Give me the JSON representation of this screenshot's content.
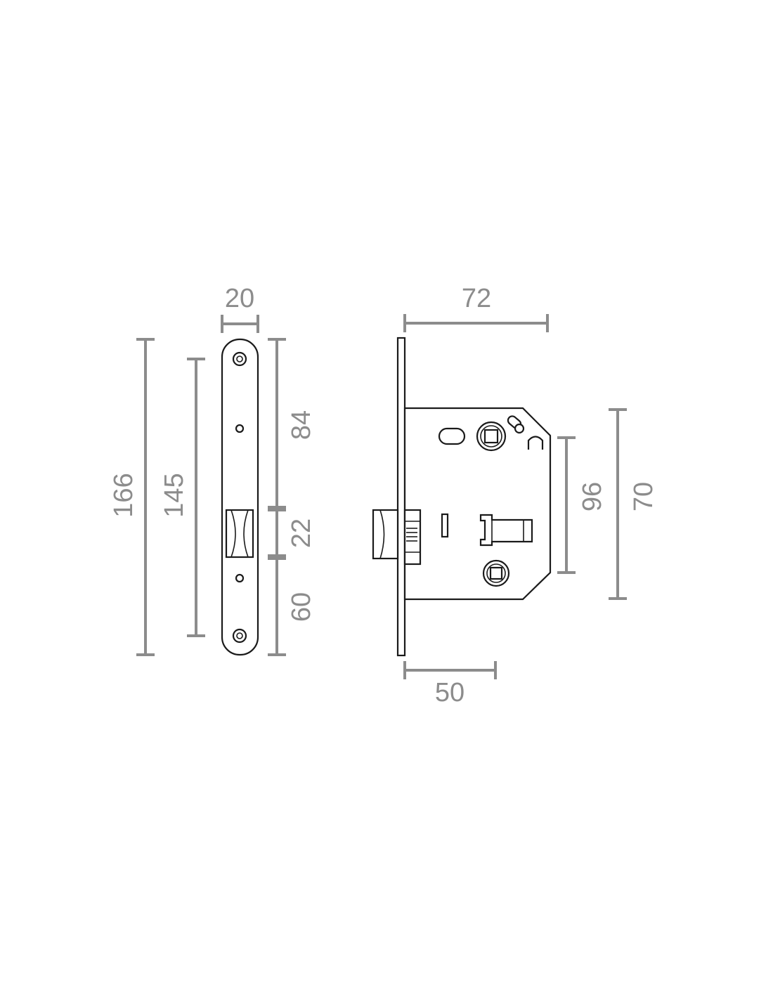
{
  "faceplate_view": {
    "dimensions": {
      "width": "20",
      "total_height": "166",
      "screw_spacing": "145",
      "upper_to_latch": "84",
      "latch_height": "22",
      "lower_from_latch": "60"
    }
  },
  "side_view": {
    "dimensions": {
      "case_depth": "72",
      "backset": "50",
      "case_height": "96",
      "follower_to_key": "70"
    }
  },
  "colors": {
    "dimension": "#8c8c8c",
    "outline": "#1a1a1a",
    "background": "#ffffff"
  }
}
